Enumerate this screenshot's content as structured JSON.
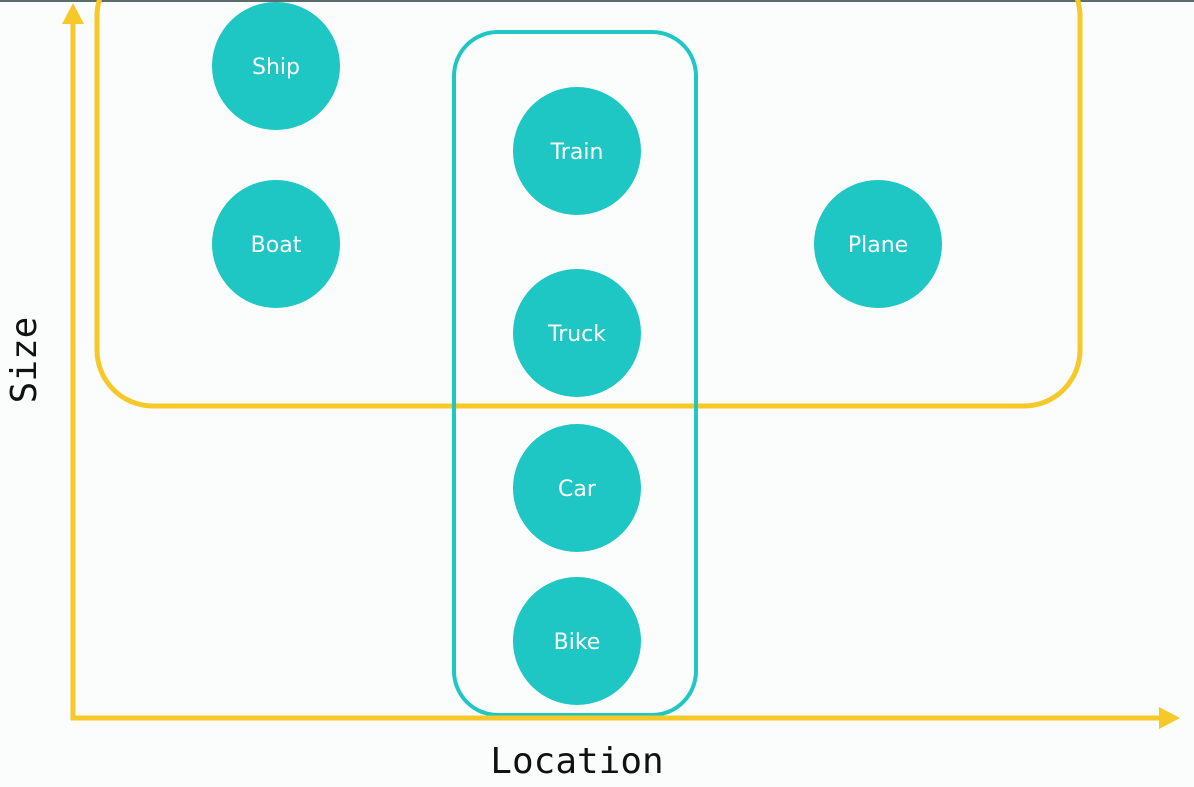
{
  "colors": {
    "axis": "#f6c929",
    "group_outline_yellow": "#f6c929",
    "group_outline_teal": "#1ec6c4",
    "node_fill": "#1ec6c4",
    "node_text": "#ffffff",
    "background": "#fbfdfd",
    "top_line": "#5a6b6b"
  },
  "axes": {
    "x_label": "Location",
    "y_label": "Size"
  },
  "nodes": [
    {
      "id": "ship",
      "label": "Ship"
    },
    {
      "id": "boat",
      "label": "Boat"
    },
    {
      "id": "train",
      "label": "Train"
    },
    {
      "id": "truck",
      "label": "Truck"
    },
    {
      "id": "car",
      "label": "Car"
    },
    {
      "id": "bike",
      "label": "Bike"
    },
    {
      "id": "plane",
      "label": "Plane"
    }
  ]
}
